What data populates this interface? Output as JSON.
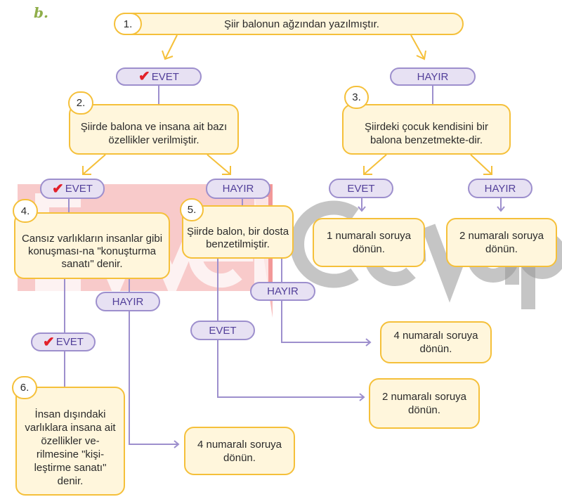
{
  "section_label": "b.",
  "colors": {
    "box_border": "#f5c03a",
    "box_fill": "#fff6dc",
    "pill_fill": "#e7e1f3",
    "pill_border": "#9d8fcd",
    "pill_text": "#53409a",
    "check": "#e2202a"
  },
  "watermark": {
    "word1": "Evvel",
    "word2": "Cevap"
  },
  "nodes": {
    "q1": {
      "number": "1.",
      "text": "Şiir balonun ağzından yazılmıştır."
    },
    "q2": {
      "number": "2.",
      "text": "Şiirde balona ve insana ait bazı özellikler verilmiştir."
    },
    "q3": {
      "number": "3.",
      "text": "Şiirdeki çocuk kendisini bir balona benzetmekte-dir."
    },
    "q4": {
      "number": "4.",
      "text": "Cansız varlıkların insanlar gibi konuşması-na \"konuşturma sanatı\" denir."
    },
    "q5": {
      "number": "5.",
      "text": "Şiirde balon, bir dosta benzetilmiştir."
    },
    "q6": {
      "number": "6.",
      "text": "İnsan dışındaki varlıklara insana ait özellikler ve-rilmesine \"kişi-leştirme sanatı\" denir."
    },
    "r_q3_evet": "1 numaralı soruya dönün.",
    "r_q3_hayir": "2 numaralı soruya dönün.",
    "r_q5_hayir": "4 numaralı soruya dönün.",
    "r_q5_evet": "2 numaralı soruya dönün.",
    "r_q4_hayir": "4 numaralı soruya dönün."
  },
  "answers": {
    "yes": "EVET",
    "no": "HAYIR",
    "check_icon": "check-mark-icon"
  },
  "selected": {
    "q1": "EVET",
    "q2": "EVET",
    "q4": "EVET"
  }
}
